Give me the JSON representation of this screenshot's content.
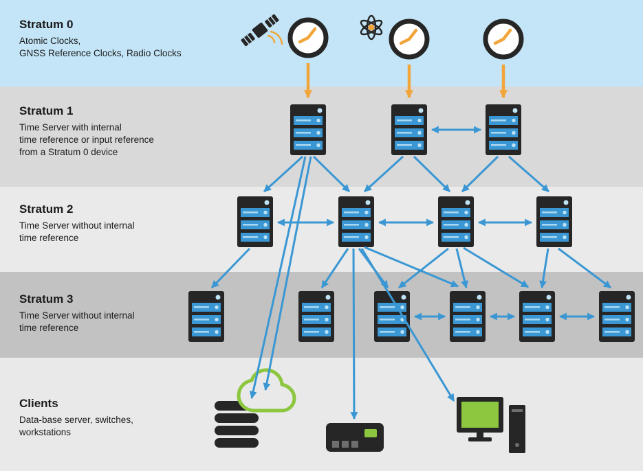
{
  "colors": {
    "band0": "#c3e5f7",
    "band1": "#d9d9d9",
    "band2": "#eaeaea",
    "band3": "#c2c2c2",
    "band4": "#e9e9e9",
    "blue": "#3a97d3",
    "orange": "#f2a53a",
    "green": "#8dc63f",
    "dark": "#262626",
    "baydot": "#bfe3f5",
    "text": "#1a1a1a"
  },
  "bands": [
    {
      "id": "stratum0",
      "title": "Stratum 0",
      "desc": "Atomic Clocks,\nGNSS Reference Clocks, Radio Clocks"
    },
    {
      "id": "stratum1",
      "title": "Stratum 1",
      "desc": "Time Server with internal\ntime reference or input reference\nfrom a Stratum 0 device"
    },
    {
      "id": "stratum2",
      "title": "Stratum 2",
      "desc": "Time Server without internal\ntime reference"
    },
    {
      "id": "stratum3",
      "title": "Stratum 3",
      "desc": "Time Server without internal\ntime reference"
    },
    {
      "id": "clients",
      "title": "Clients",
      "desc": "Data-base server, switches,\nworkstations"
    }
  ],
  "diagram": {
    "stratum0_icons": [
      "gnss-satellite",
      "reference-clock",
      "atomic-clock",
      "reference-clock",
      "reference-clock"
    ],
    "stratum1_server_count": 3,
    "stratum2_server_count": 4,
    "stratum3_server_count": 6,
    "client_devices": [
      "database-server",
      "cloud",
      "network-switch",
      "workstation"
    ],
    "edges": {
      "time_signal": [
        "clock1->s1.1",
        "clock2->s1.2",
        "clock3->s1.3"
      ],
      "s1_to_s2": [
        "s1.1->s2.1",
        "s1.1->s2.2",
        "s1.2->s2.2",
        "s1.2->s2.3",
        "s1.3->s2.3",
        "s1.3->s2.4"
      ],
      "s2_to_s3": [
        "s2.1->s3.1",
        "s2.2->s3.2",
        "s2.2->s3.3",
        "s2.2->s3.4",
        "s2.3->s3.3",
        "s2.3->s3.4",
        "s2.3->s3.5",
        "s2.4->s3.5",
        "s2.4->s3.6"
      ],
      "to_clients": [
        "s1.1->database",
        "s1.1->cloud",
        "s2.2->switch",
        "s2.2->workstation"
      ],
      "peer": [
        "s1.2<->s1.3",
        "s2.1<->s2.2",
        "s2.2<->s2.3",
        "s2.3<->s2.4",
        "s3.3<->s3.4",
        "s3.4<->s3.5",
        "s3.5<->s3.6"
      ]
    }
  }
}
